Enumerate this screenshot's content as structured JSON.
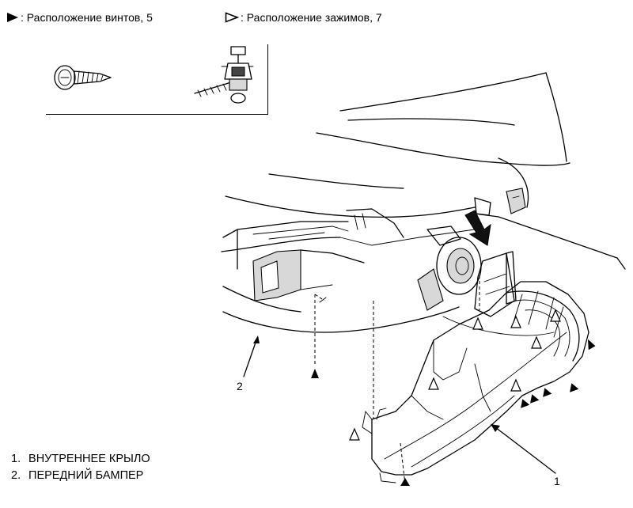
{
  "legend": {
    "screws": {
      "icon": "filled-triangle-icon",
      "text": ": Расположение винтов, 5"
    },
    "clips": {
      "icon": "outline-triangle-icon",
      "text": ": Расположение зажимов, 7"
    }
  },
  "callouts": {
    "one": "1",
    "two": "2"
  },
  "parts_list": [
    {
      "num": "1.",
      "label": "ВНУТРЕННЕЕ КРЫЛО"
    },
    {
      "num": "2.",
      "label": "ПЕРЕДНИЙ БАМПЕР"
    }
  ]
}
